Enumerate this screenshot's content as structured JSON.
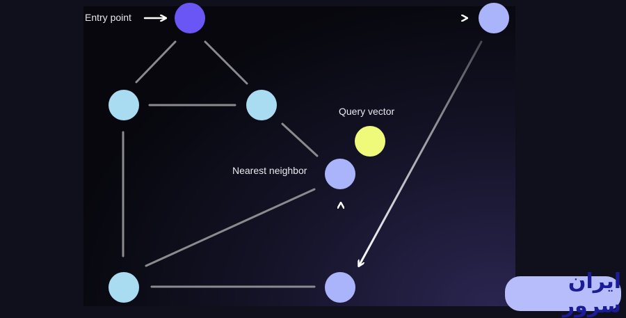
{
  "labels": {
    "entry_point": "Entry point",
    "query_vector": "Query vector",
    "nearest_neighbor": "Nearest neighbor"
  },
  "brand": {
    "text": "ایران سرور"
  },
  "colors": {
    "entry_node": "#6a55f5",
    "light_blue_node": "#a9dcf1",
    "lavender_node": "#aab4fb",
    "query_node": "#eff97a",
    "edge": "#8a8a8f",
    "path_arrow": "#ffffff",
    "brand_bg": "#b6bdfa",
    "brand_text": "#1c1c96"
  },
  "nodes": [
    {
      "id": "entry",
      "kind": "entry"
    },
    {
      "id": "top-right",
      "kind": "lavender"
    },
    {
      "id": "upper-left",
      "kind": "light_blue"
    },
    {
      "id": "upper-middle",
      "kind": "light_blue"
    },
    {
      "id": "query",
      "kind": "query"
    },
    {
      "id": "nearest",
      "kind": "lavender"
    },
    {
      "id": "bottom-left",
      "kind": "light_blue"
    },
    {
      "id": "bottom-right",
      "kind": "lavender"
    }
  ]
}
